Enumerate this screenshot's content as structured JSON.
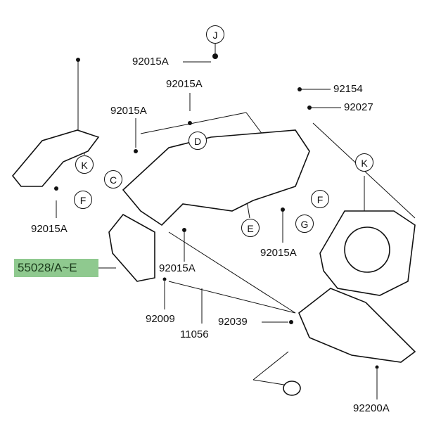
{
  "highlight_color": "#8fc98f",
  "highlighted_part": "55028/A~E",
  "part_numbers": {
    "p92015A_top": "92015A",
    "p92015A_2": "92015A",
    "p92015A_3": "92015A",
    "p92015A_left": "92015A",
    "p92015A_right": "92015A",
    "p92015A_mid": "92015A",
    "p92154": "92154",
    "p92027": "92027",
    "p92009": "92009",
    "p11056": "11056",
    "p92039": "92039",
    "p92200A": "92200A"
  },
  "callouts": {
    "J": "J",
    "D": "D",
    "K1": "K",
    "C": "C",
    "F1": "F",
    "E": "E",
    "G": "G",
    "K2": "K",
    "F2": "F"
  }
}
